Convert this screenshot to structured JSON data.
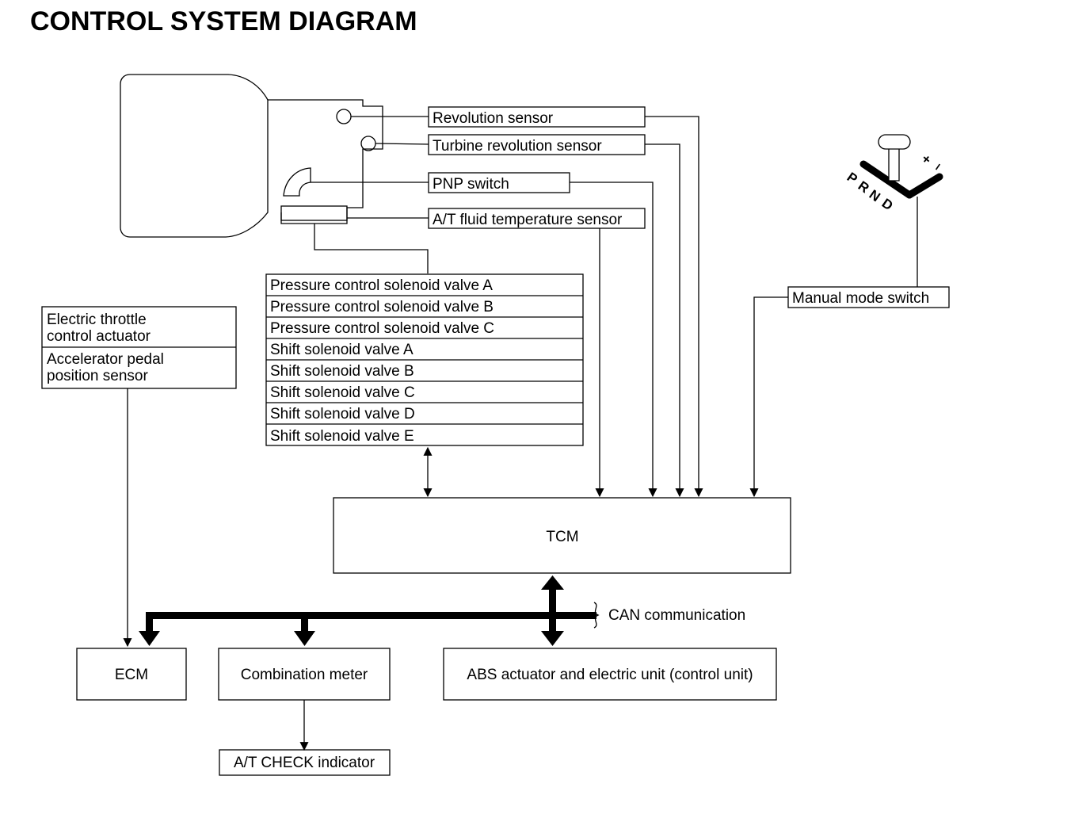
{
  "title": "CONTROL SYSTEM DIAGRAM",
  "sensors": {
    "revolution": "Revolution sensor",
    "turbine": "Turbine revolution sensor",
    "pnp": "PNP switch",
    "fluid_temp": "A/T fluid temperature sensor"
  },
  "solenoids": [
    "Pressure control solenoid valve A",
    "Pressure control solenoid valve B",
    "Pressure control solenoid valve C",
    "Shift  solenoid valve A",
    "Shift  solenoid valve B",
    "Shift  solenoid valve C",
    "Shift  solenoid valve D",
    "Shift  solenoid valve E"
  ],
  "throttle": {
    "actuator_line1": "Electric throttle",
    "actuator_line2": "control actuator",
    "pedal_line1": "Accelerator pedal",
    "pedal_line2": "position sensor"
  },
  "manual_mode_switch": "Manual mode switch",
  "shifter": {
    "plus": "+",
    "minus": "–",
    "gears": [
      "P",
      "R",
      "N",
      "D"
    ]
  },
  "tcm": "TCM",
  "can_label": "CAN communication",
  "ecm": "ECM",
  "combination_meter": "Combination meter",
  "abs": "ABS actuator and electric unit (control unit)",
  "check_indicator": "A/T CHECK indicator"
}
